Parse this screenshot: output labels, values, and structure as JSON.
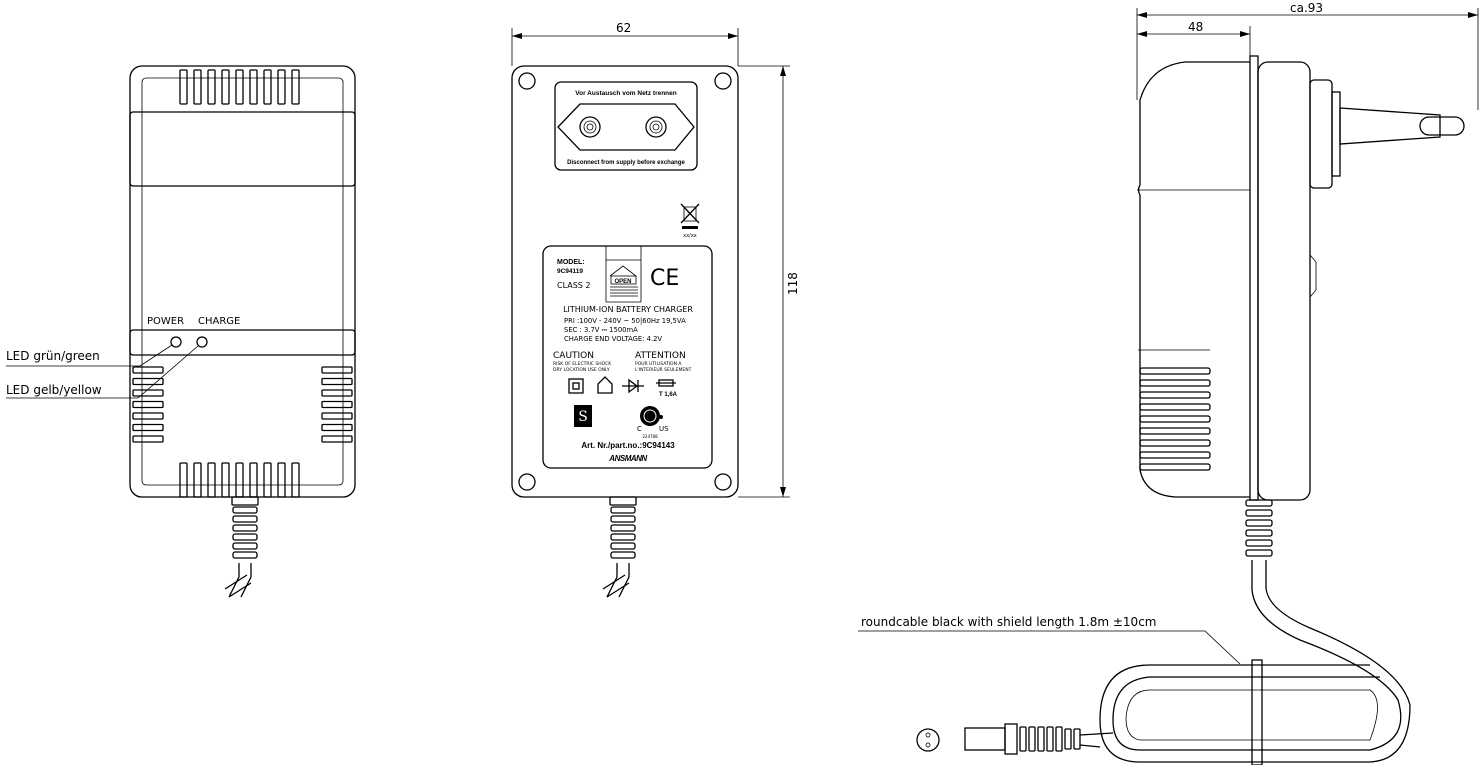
{
  "dimensions": {
    "front_width": "62",
    "front_height": "118",
    "side_depth": "48",
    "total_depth": "ca.93"
  },
  "front_view": {
    "power_label": "POWER",
    "charge_label": "CHARGE",
    "led_green_label": "LED grün/green",
    "led_yellow_label": "LED gelb/yellow"
  },
  "back_view": {
    "socket_top_text": "Vor Austausch vom Netz trennen",
    "socket_bottom_text": "Disconnect from supply before exchange",
    "weee_date": "xx/xx",
    "rating_label": {
      "model_label": "MODEL:",
      "model_number": "9C94119",
      "class": "CLASS 2",
      "open_label": "OPEN",
      "ce_mark": "CE",
      "title": "LITHIUM-ION BATTERY CHARGER",
      "pri": "PRI :100V - 240V ~ 50|60Hz  19,5VA",
      "sec": "SEC : 3.7V ⎓ 1500mA",
      "charge_end": "CHARGE END VOLTAGE: 4.2V",
      "caution_title": "CAUTION",
      "caution_line1": "RISK OF ELECTRIC SHOCK",
      "caution_line2": "DRY LOCATION USE ONLY",
      "attention_title": "ATTENTION",
      "attention_line1": "POUR UTILISATION A",
      "attention_line2": "L'INTERIEUR SEULEMENT",
      "fuse_label": "T 1,6A",
      "csa_c": "C",
      "csa_us": "US",
      "csa_number": "224788",
      "part_number": "Art. Nr./part.no.:9C94143",
      "brand": "ANSMANN"
    }
  },
  "side_view": {
    "cable_label": "roundcable black with shield length 1.8m ±10cm"
  }
}
